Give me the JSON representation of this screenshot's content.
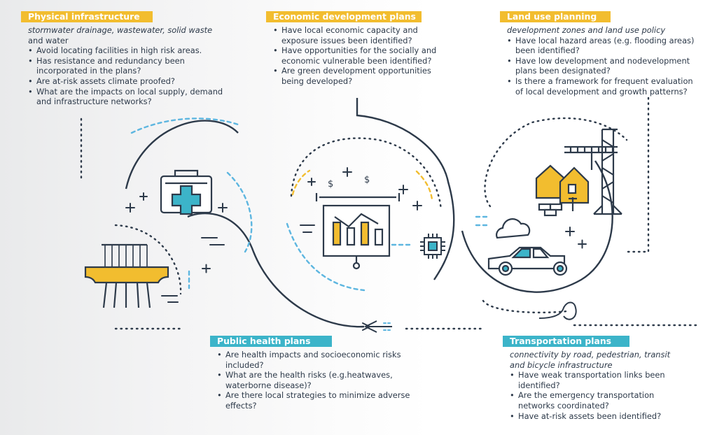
{
  "physical": {
    "title": "Physical infrastructure",
    "subtitle": "stormwater drainage, wastewater, solid waste",
    "subtitle2": "and water",
    "items": [
      "Avoid locating facilities in high risk areas.",
      "Has resistance and redundancy been incorporated in the plans?",
      "Are at-risk assets climate proofed?",
      "What are the impacts on local supply, demand and infrastructure networks?"
    ]
  },
  "economic": {
    "title": "Economic development plans",
    "items": [
      "Have local economic capacity and exposure issues been identified?",
      "Have opportunities for the socially and economic vulnerable been identified?",
      "Are green development opportunities being developed?"
    ]
  },
  "landuse": {
    "title": "Land use planning",
    "subtitle": "development zones and land use policy",
    "items": [
      "Have local hazard areas (e.g. flooding areas) been identified?",
      "Have low development and nodevelopment plans been designated?",
      "Is there a framework for frequent evaluation of local development and growth patterns?"
    ]
  },
  "health": {
    "title": "Public health plans",
    "items": [
      "Are health impacts and socioeconomic risks included?",
      "What are the health risks (e.g.heatwaves, waterborne disease)?",
      "Are there local strategies to minimize adverse effects?"
    ]
  },
  "transport": {
    "title": "Transportation plans",
    "subtitle": "connectivity by road, pedestrian, transit and bicycle infrastructure",
    "items": [
      "Have weak transportation links been identified?",
      "Are the emergency transportation networks coordinated?",
      "Have at-risk assets been identified?"
    ]
  },
  "icons": {
    "dollar": "$"
  },
  "colors": {
    "yellow": "#f2bd2f",
    "blue": "#3cb4c9",
    "navy": "#2d3a4a",
    "dash": "#5db6e0"
  }
}
